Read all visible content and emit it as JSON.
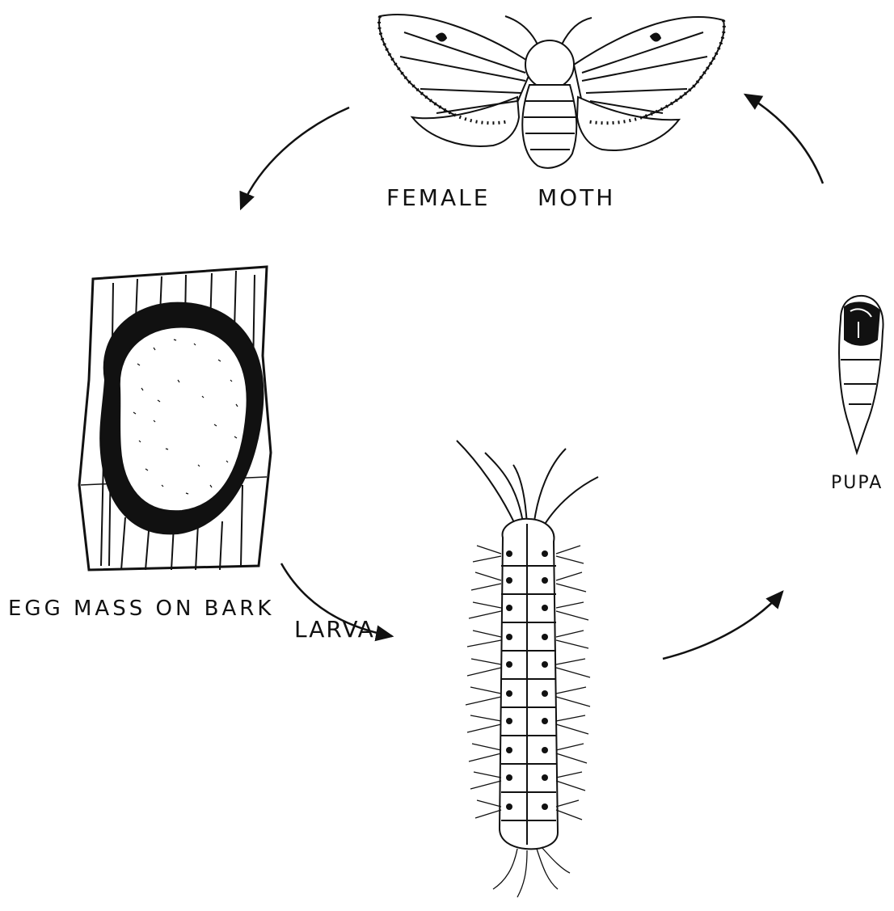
{
  "labels": {
    "female": "FEMALE",
    "moth": "MOTH",
    "egg_mass": "EGG MASS ON BARK",
    "pupa": "PUPA",
    "larva": "LARVA"
  },
  "colors": {
    "ink": "#111111",
    "background": "#ffffff"
  }
}
